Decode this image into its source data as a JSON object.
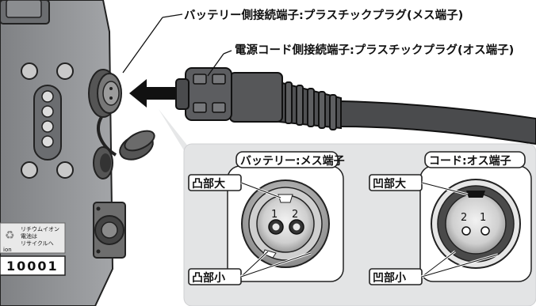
{
  "labels": {
    "battery_connector": "バッテリー側接続端子:プラスチックプラグ(メス端子)",
    "cord_connector": "電源コード側接続端子:プラスチックプラグ(オス端子)"
  },
  "detail": {
    "female_title": "バッテリー:メス端子",
    "male_title": "コード:オス端子",
    "convex_large": "凸部大",
    "convex_small": "凸部小",
    "concave_large": "凹部大",
    "concave_small": "凹部小",
    "female_pin_1": "1",
    "female_pin_2": "2",
    "male_pin_2": "2",
    "male_pin_1": "1"
  },
  "battery_panel": {
    "recycle_line_1": "リチウムイオン",
    "recycle_line_2": "電池は",
    "recycle_line_3": "リサイクルへ",
    "recycle_tail": "ion",
    "serial_number": "10001"
  },
  "colors": {
    "battery_body": "#8e9093",
    "callout_bg": "#e3e4e5",
    "connector_dark": "#3c3d3f"
  }
}
